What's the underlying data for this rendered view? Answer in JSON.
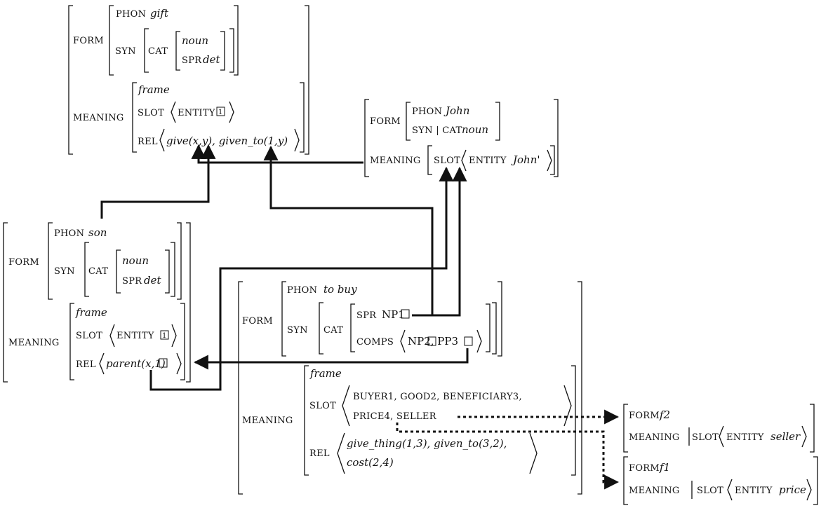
{
  "labels": {
    "form": "FORM",
    "meaning": "MEANING",
    "phon": "PHON",
    "syn": "SYN",
    "cat": "CAT",
    "spr": "SPR",
    "slot": "SLOT",
    "rel": "REL",
    "entity": "ENTITY",
    "comps": "COMPS",
    "syn_cat": "SYN | CAT"
  },
  "gift": {
    "phon": "gift",
    "cat": "noun",
    "spr": "det",
    "frame": "frame",
    "rel": "give(x,y), given_to(1,y)"
  },
  "john": {
    "phon": "John",
    "cat": "noun",
    "entity": "John'"
  },
  "son": {
    "phon": "son",
    "cat": "noun",
    "spr": "det",
    "frame": "frame",
    "rel": "parent(x,1)"
  },
  "buy": {
    "phon": "to buy",
    "spr": "NP1",
    "comps": "NP2, PP3",
    "frame": "frame",
    "slot_line1": "BUYER1, GOOD2, BENEFICIARY3,",
    "slot_line2": "PRICE4, SELLER",
    "rel_line1": "give_thing(1,3), given_to(3,2),",
    "rel_line2": "cost(2,4)"
  },
  "f2": {
    "form": "f2",
    "entity": "seller"
  },
  "f1": {
    "form": "f1",
    "entity": "price"
  }
}
